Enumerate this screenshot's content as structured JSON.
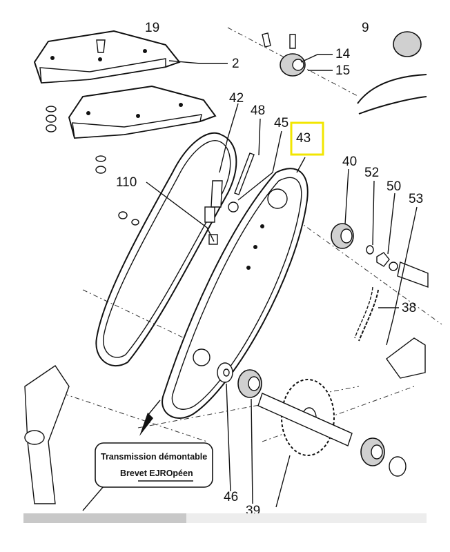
{
  "diagram": {
    "callouts": [
      {
        "id": "c19",
        "label": "19"
      },
      {
        "id": "c9",
        "label": "9"
      },
      {
        "id": "c14",
        "label": "14"
      },
      {
        "id": "c15",
        "label": "15"
      },
      {
        "id": "c2",
        "label": "2"
      },
      {
        "id": "c42",
        "label": "42"
      },
      {
        "id": "c48",
        "label": "48"
      },
      {
        "id": "c45",
        "label": "45"
      },
      {
        "id": "c43",
        "label": "43"
      },
      {
        "id": "c110",
        "label": "110"
      },
      {
        "id": "c40",
        "label": "40"
      },
      {
        "id": "c52",
        "label": "52"
      },
      {
        "id": "c50",
        "label": "50"
      },
      {
        "id": "c53",
        "label": "53"
      },
      {
        "id": "c38",
        "label": "38"
      },
      {
        "id": "c46",
        "label": "46"
      },
      {
        "id": "c39",
        "label": "39"
      }
    ],
    "highlight": {
      "label": "43",
      "color": "#f2e600"
    },
    "note": {
      "line1": "Transmission démontable",
      "line2": "Brevet EJROpéen"
    }
  },
  "scrollbar": {
    "position": 0.4
  }
}
